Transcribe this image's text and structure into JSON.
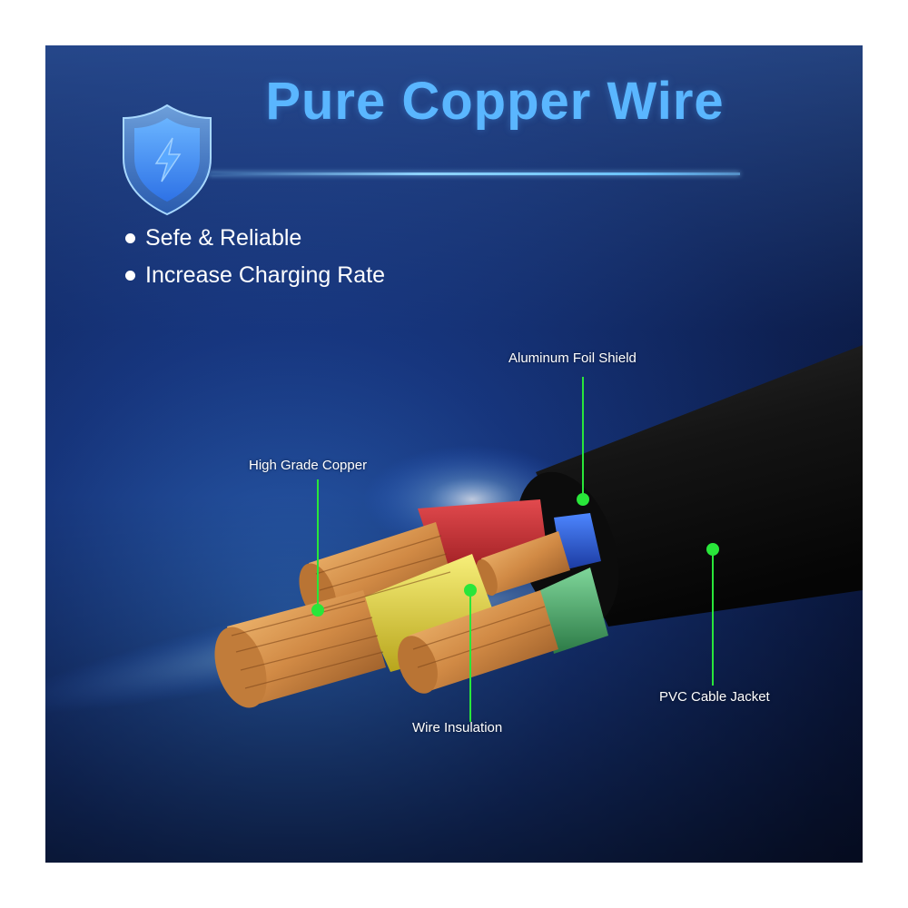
{
  "title": "Pure Copper Wire",
  "features": [
    "Sefe & Reliable",
    "Increase Charging Rate"
  ],
  "labels": {
    "aluminum_foil_shield": "Aluminum Foil Shield",
    "high_grade_copper": "High Grade Copper",
    "pvc_cable_jacket": "PVC Cable Jacket",
    "wire_insulation": "Wire Insulation"
  },
  "colors": {
    "title": "#5ab6ff",
    "callout": "#29e63a",
    "insulation_red": "#c8282e",
    "insulation_blue": "#2f5fd8",
    "insulation_yellow": "#e8d93a",
    "insulation_green": "#4fb36a",
    "jacket": "#141414",
    "copper": "#d9904a"
  },
  "icons": {
    "badge": "shield-lightning-icon"
  }
}
